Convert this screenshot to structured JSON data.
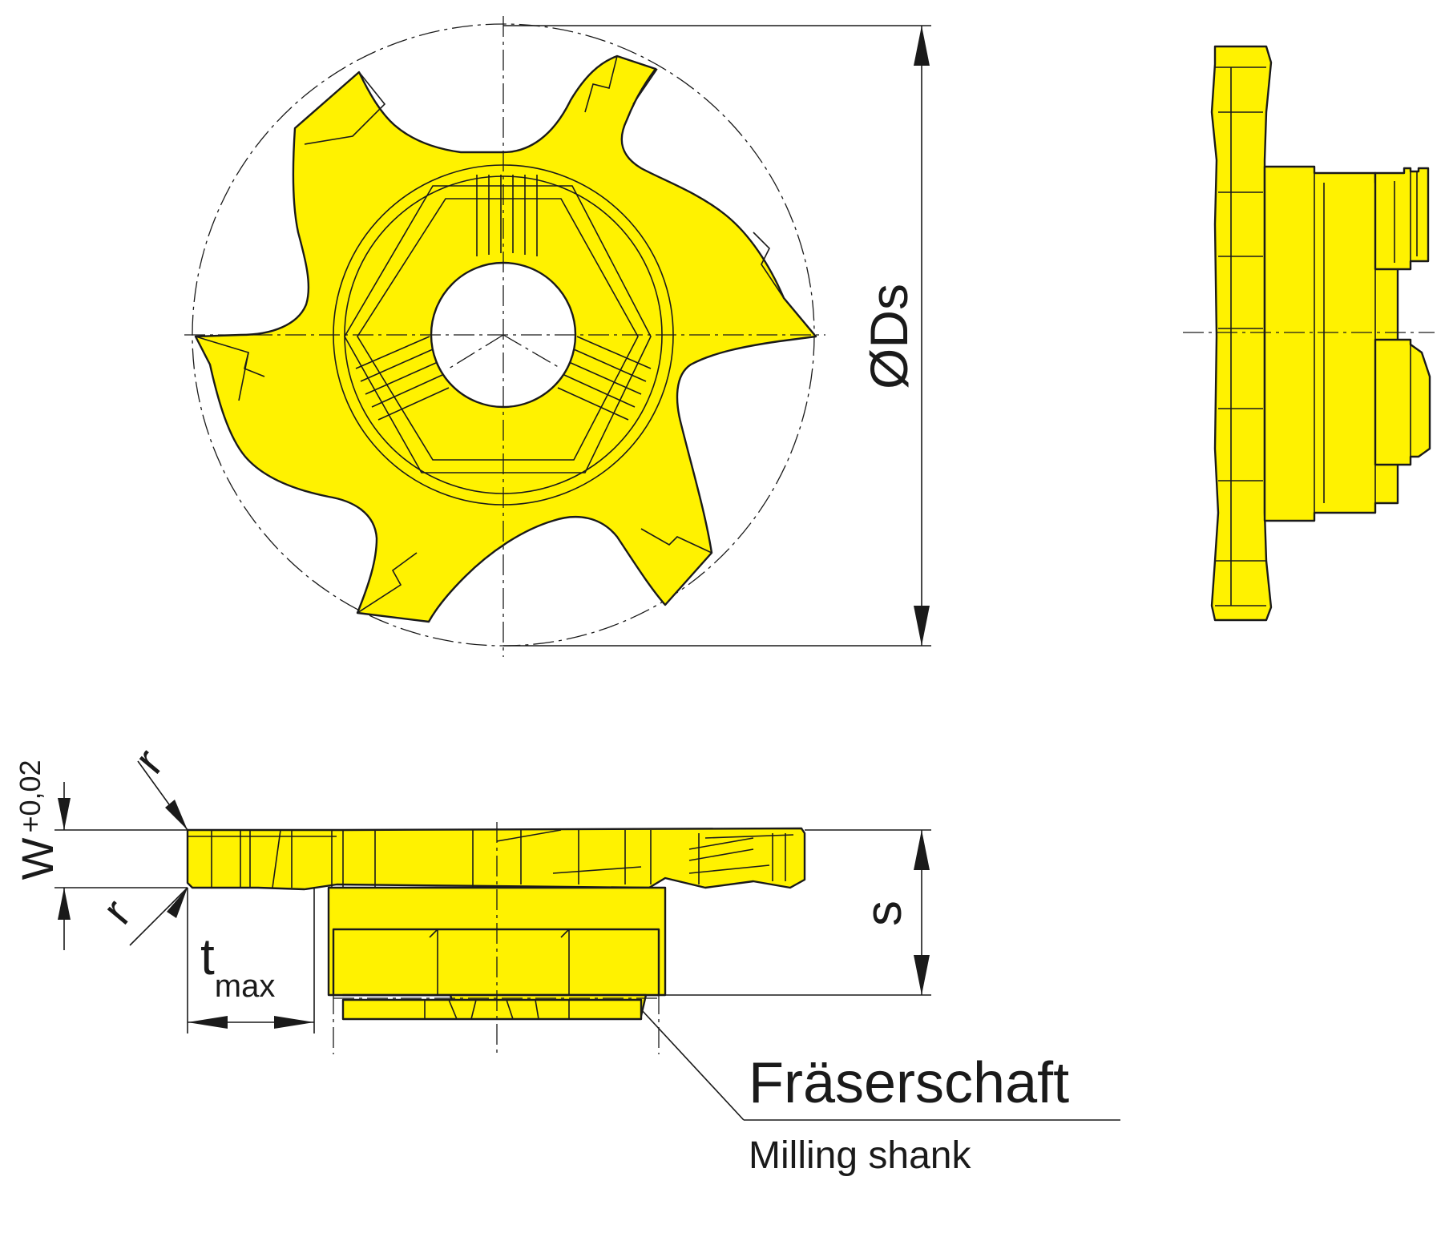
{
  "labels": {
    "diameter_symbol": "Ø",
    "diameter_name": "Ds",
    "width_letter": "W",
    "width_tolerance": "+0,02",
    "radius_top": "r",
    "radius_bottom": "r",
    "depth_letter": "t",
    "depth_subscript": "max",
    "thickness": "s",
    "shank_german": "Fräserschaft",
    "shank_english": "Milling shank"
  },
  "colors": {
    "insert_fill": "#fff200",
    "outline": "#1a1a1a",
    "background": "#ffffff"
  }
}
